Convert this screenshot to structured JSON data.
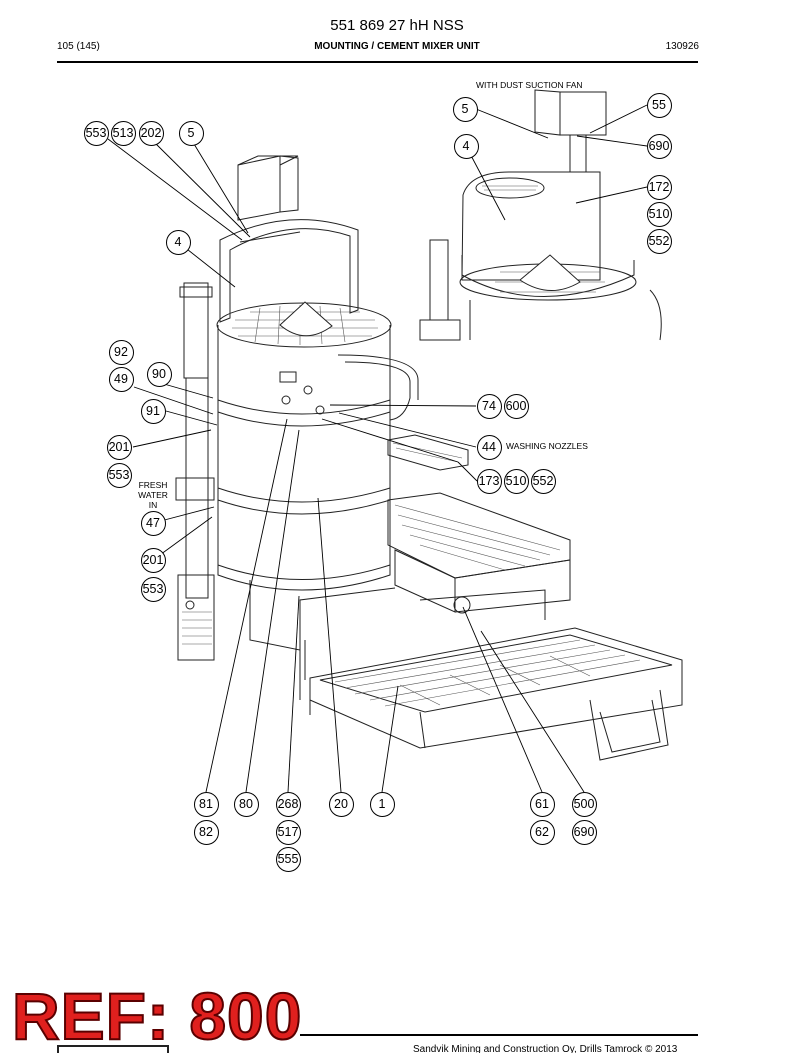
{
  "header": {
    "title": "551 869 27 hH NSS",
    "page": "105 (145)",
    "section": "MOUNTING / CEMENT MIXER UNIT",
    "code": "130926"
  },
  "notes": {
    "dust_fan": "WITH DUST SUCTION FAN",
    "washing_nozzles": "WASHING NOZZLES",
    "fresh_water_1": "FRESH",
    "fresh_water_2": "WATER",
    "fresh_water_3": "IN"
  },
  "balloons": [
    {
      "id": "b553a",
      "label": "553"
    },
    {
      "id": "b513",
      "label": "513"
    },
    {
      "id": "b202",
      "label": "202"
    },
    {
      "id": "b5a",
      "label": "5"
    },
    {
      "id": "b4a",
      "label": "4"
    },
    {
      "id": "b92",
      "label": "92"
    },
    {
      "id": "b49",
      "label": "49"
    },
    {
      "id": "b90",
      "label": "90"
    },
    {
      "id": "b91",
      "label": "91"
    },
    {
      "id": "b201a",
      "label": "201"
    },
    {
      "id": "b553b",
      "label": "553"
    },
    {
      "id": "b47",
      "label": "47"
    },
    {
      "id": "b201b",
      "label": "201"
    },
    {
      "id": "b553c",
      "label": "553"
    },
    {
      "id": "b5b",
      "label": "5"
    },
    {
      "id": "b55",
      "label": "55"
    },
    {
      "id": "b4b",
      "label": "4"
    },
    {
      "id": "b690a",
      "label": "690"
    },
    {
      "id": "b172",
      "label": "172"
    },
    {
      "id": "b510a",
      "label": "510"
    },
    {
      "id": "b552a",
      "label": "552"
    },
    {
      "id": "b74",
      "label": "74"
    },
    {
      "id": "b600",
      "label": "600"
    },
    {
      "id": "b44",
      "label": "44"
    },
    {
      "id": "b173",
      "label": "173"
    },
    {
      "id": "b510b",
      "label": "510"
    },
    {
      "id": "b552b",
      "label": "552"
    },
    {
      "id": "b81",
      "label": "81"
    },
    {
      "id": "b82",
      "label": "82"
    },
    {
      "id": "b80",
      "label": "80"
    },
    {
      "id": "b268",
      "label": "268"
    },
    {
      "id": "b517",
      "label": "517"
    },
    {
      "id": "b555",
      "label": "555"
    },
    {
      "id": "b20",
      "label": "20"
    },
    {
      "id": "b1",
      "label": "1"
    },
    {
      "id": "b61",
      "label": "61"
    },
    {
      "id": "b62",
      "label": "62"
    },
    {
      "id": "b500",
      "label": "500"
    },
    {
      "id": "b690b",
      "label": "690"
    }
  ],
  "footer": {
    "stamp": "REF: 800",
    "copyright": "Sandvik Mining and Construction Oy, Drills Tamrock © 2013"
  }
}
